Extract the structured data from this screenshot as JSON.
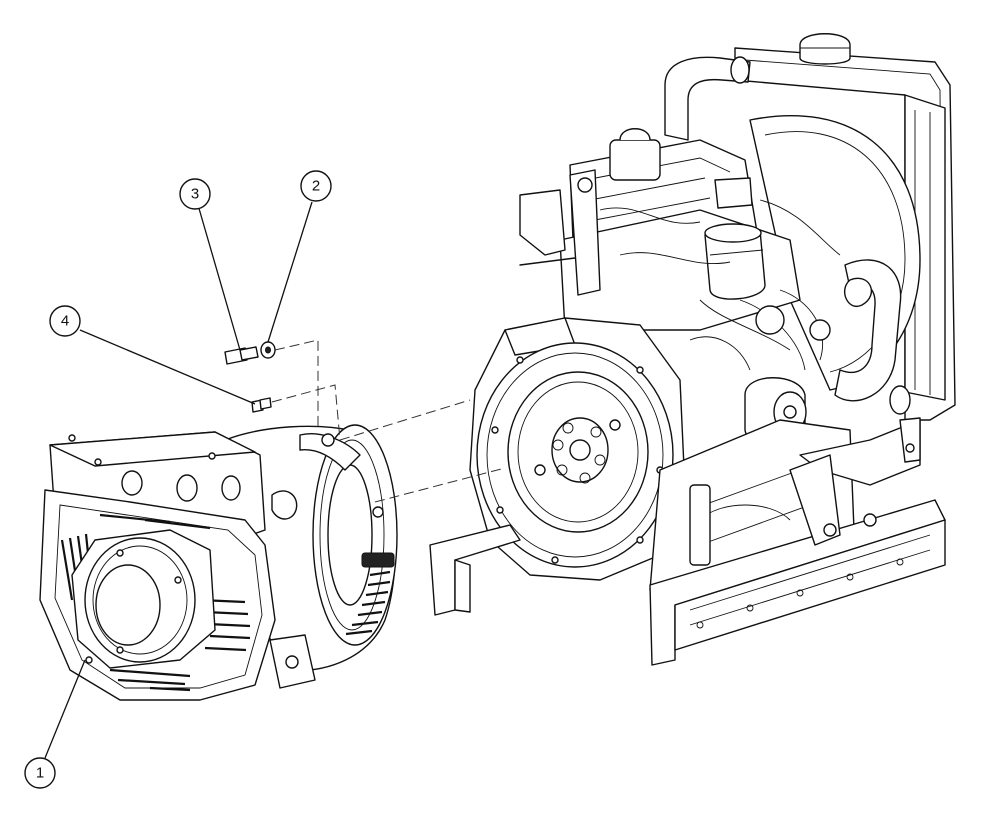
{
  "callouts": [
    {
      "id": "1",
      "label": "1"
    },
    {
      "id": "2",
      "label": "2"
    },
    {
      "id": "3",
      "label": "3"
    },
    {
      "id": "4",
      "label": "4"
    }
  ],
  "colors": {
    "ink": "#111111",
    "background": "#ffffff"
  }
}
